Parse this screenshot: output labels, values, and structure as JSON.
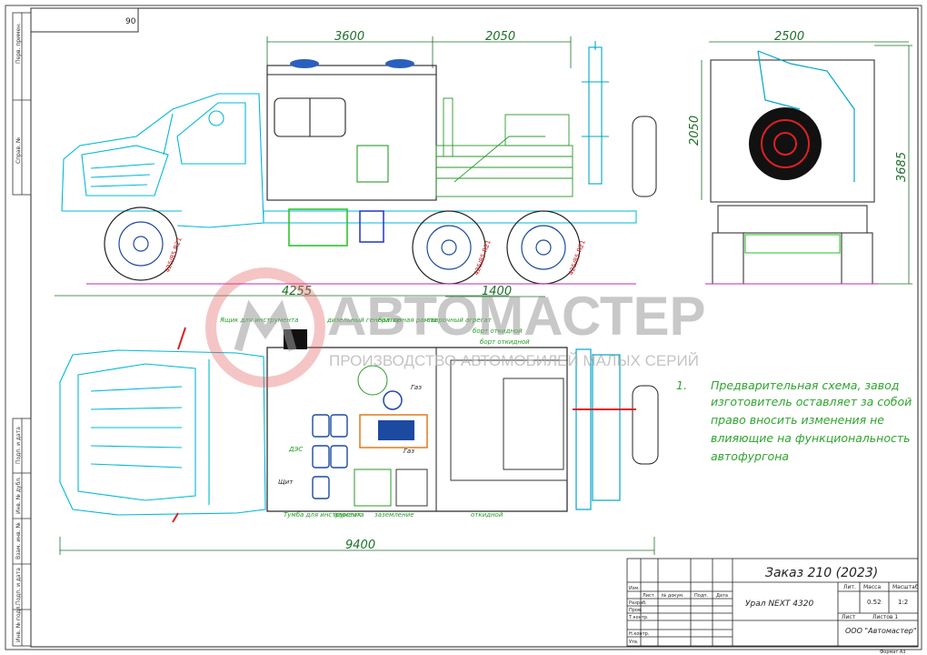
{
  "sheet": {
    "corner_number": "90",
    "side_labels": [
      "Перв. примен.",
      "Справ. №",
      "Подп. и дата",
      "Инв. № дубл.",
      "Взам. инв. №",
      "Подп. и дата",
      "Инв. № подл."
    ]
  },
  "dimensions": {
    "box_length": "3600",
    "platform_length": "2050",
    "width_rear": "2500",
    "height_box": "2050",
    "height_total": "3685",
    "front_to_axle": "4255",
    "axle_spacing": "1400",
    "overall_length": "9400"
  },
  "tyre_labels": [
    "425/85 R21",
    "425/85 R21",
    "425/85 R21"
  ],
  "watermark": {
    "brand": "АВТОМАСТЕР",
    "tagline": "ПРОИЗВОДСТВО АВТОМОБИЛЕЙ МАЛЫХ СЕРИЙ"
  },
  "plan_labels_top": [
    "Ящик для инструмента",
    "дизельный генератор",
    "баллонная рампа",
    "сварочный агрегат",
    "борт откидной",
    "борт откидной"
  ],
  "plan_labels_inside": [
    "ДЭС",
    "Газ",
    "Газ",
    "Щит"
  ],
  "plan_labels_bottom": [
    "Тумба для инструмента",
    "верстак",
    "заземление",
    "откидной"
  ],
  "note": {
    "number": "1.",
    "lines": [
      "Предварительная схема, завод",
      "изготовитель оставляет за собой",
      "право вносить изменения не",
      "влияющие на функциональность",
      "автофургона"
    ]
  },
  "title_block": {
    "order": "Заказ 210 (2023)",
    "vehicle": "Урал NEXT 4320",
    "company": "ООО \"Автомастер\"",
    "hdr_lit": "Лит.",
    "hdr_mass": "Масса",
    "hdr_scale": "Масштаб",
    "mass": "0.52",
    "scale": "1:2",
    "sheet_label": "Лист",
    "sheets_label": "Листов 1",
    "rows": [
      "Изм.",
      "Разраб.",
      "Пров.",
      "Т.контр.",
      "Н.контр.",
      "Утв."
    ],
    "cols": [
      "Лист",
      "№ докум.",
      "Подп.",
      "Дата"
    ],
    "format": "Формат А3"
  }
}
